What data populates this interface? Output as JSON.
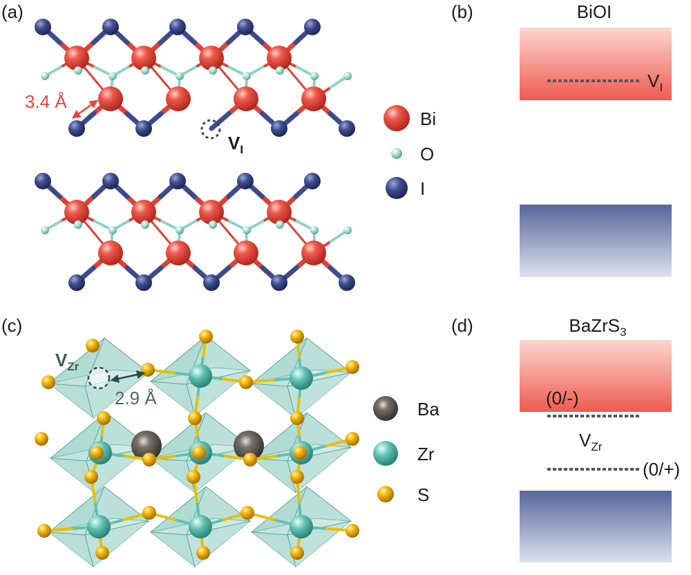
{
  "panels": {
    "a": {
      "label": "(a)",
      "legend": [
        {
          "symbol": "Bi",
          "color": "#e8453c"
        },
        {
          "symbol": "O",
          "color": "#9fdcd0"
        },
        {
          "symbol": "I",
          "color": "#3d4b8a"
        }
      ],
      "bond_length": "3.4 Å",
      "vacancy_main": "V",
      "vacancy_sub": "I"
    },
    "b": {
      "label": "(b)",
      "title": "BiOI",
      "level_main": "V",
      "level_sub": "I"
    },
    "c": {
      "label": "(c)",
      "legend": [
        {
          "symbol": "Ba",
          "color": "#5a524c"
        },
        {
          "symbol": "Zr",
          "color": "#5fc1b3"
        },
        {
          "symbol": "S",
          "color": "#e8a800"
        }
      ],
      "vacancy_main": "V",
      "vacancy_sub": "Zr",
      "bond_length": "2.9 Å"
    },
    "d": {
      "label": "(d)",
      "title_main": "BaZrS",
      "title_sub": "3",
      "level_main": "V",
      "level_sub": "Zr",
      "transition_upper": "(0/-)",
      "transition_lower": "(0/+)"
    }
  },
  "colors": {
    "bi": "#e8453c",
    "o": "#9fdcd0",
    "i": "#3d4b8a",
    "ba": "#5a524c",
    "zr": "#5fc1b3",
    "s": "#e8a800",
    "conduction_band": "#f06a5e",
    "valence_band": "#5a6a9e",
    "defect_level": "#555555"
  }
}
